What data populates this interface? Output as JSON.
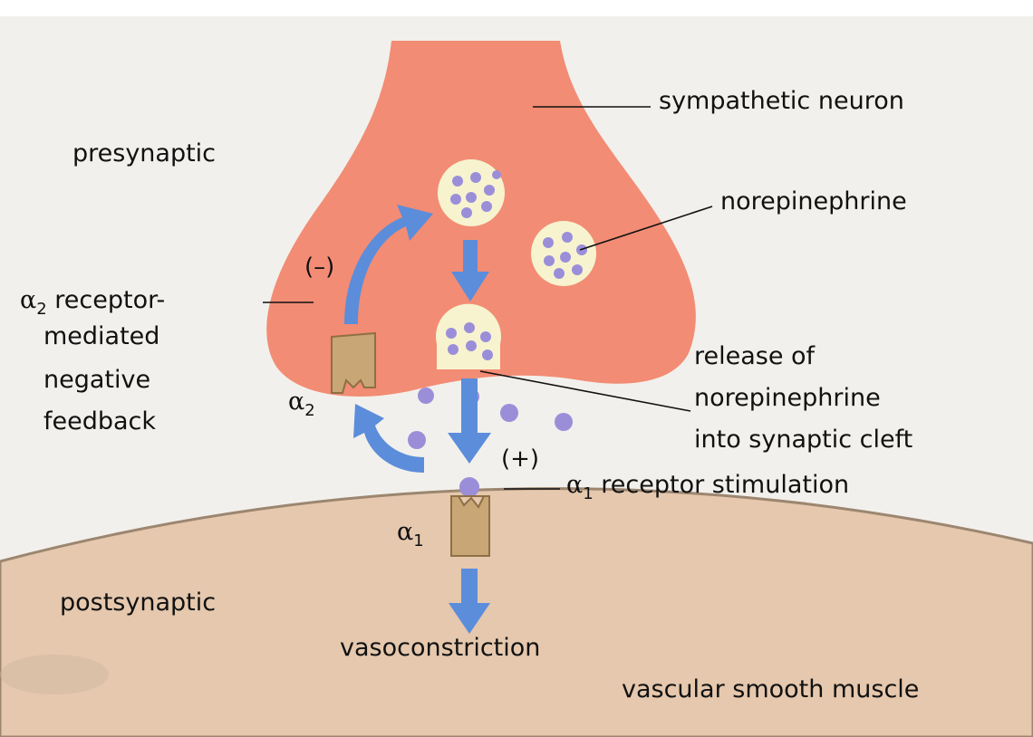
{
  "labels": {
    "sympathetic_neuron": "sympathetic neuron",
    "presynaptic": "presynaptic",
    "norepinephrine": "norepinephrine",
    "negative_sign": "(–)",
    "alpha2_line1_greek": "α",
    "alpha2_line1_sub": "2",
    "alpha2_line1_rest": " receptor-",
    "alpha2_line2": "mediated",
    "alpha2_line3": "negative",
    "alpha2_line4": "feedback",
    "release_line1": "release of",
    "release_line2": "norepinephrine",
    "release_line3": "into synaptic cleft",
    "receptor_alpha2_greek": "α",
    "receptor_alpha2_sub": "2",
    "positive_sign": "(+)",
    "alpha1_stim_greek": "α",
    "alpha1_stim_sub": "1",
    "alpha1_stim_rest": " receptor stimulation",
    "receptor_alpha1_greek": "α",
    "receptor_alpha1_sub": "1",
    "postsynaptic": "postsynaptic",
    "vasoconstriction": "vasoconstriction",
    "vascular_smooth_muscle": "vascular smooth muscle"
  },
  "colors": {
    "neuron_fill": "#f28c74",
    "muscle_fill": "#e5c8ad",
    "vesicle_fill": "#f7f3cf",
    "molecule_fill": "#9b8ed9",
    "arrow_fill": "#5b8ddb",
    "receptor_fill": "#c8a676",
    "leader_line": "#111111"
  }
}
